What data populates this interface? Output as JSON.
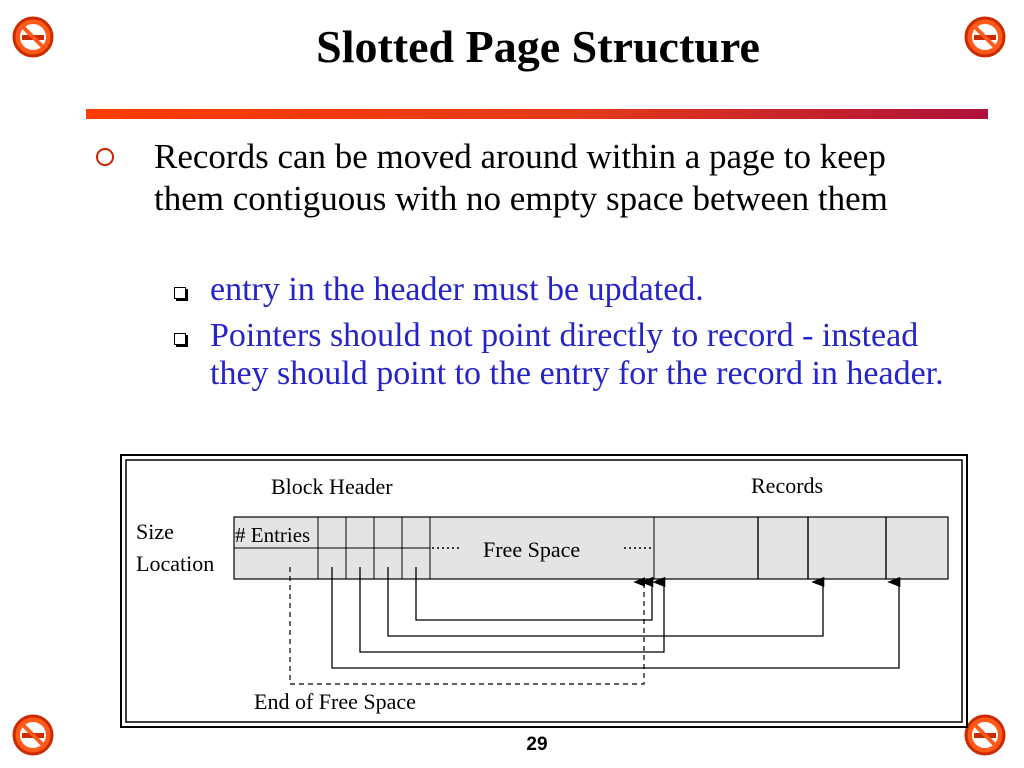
{
  "slide": {
    "title": "Slotted Page Structure",
    "page_number": "29",
    "corner_icon": "no-smoking-icon",
    "accent_color": "#e23a1a",
    "subbullet_color": "#2424c8"
  },
  "bullets": [
    {
      "text": "Records can be moved around within a page to keep them contiguous with no empty space between them",
      "subbullets": [
        "entry in the header must be updated.",
        "Pointers should not point directly to record - instead they should point to the entry for the record in header."
      ]
    }
  ],
  "diagram": {
    "block_header_label": "Block Header",
    "records_label": "Records",
    "size_label": "Size",
    "location_label": "Location",
    "entries_label": "# Entries",
    "free_space_label": "Free Space",
    "end_free_space_label": "End of Free Space"
  }
}
